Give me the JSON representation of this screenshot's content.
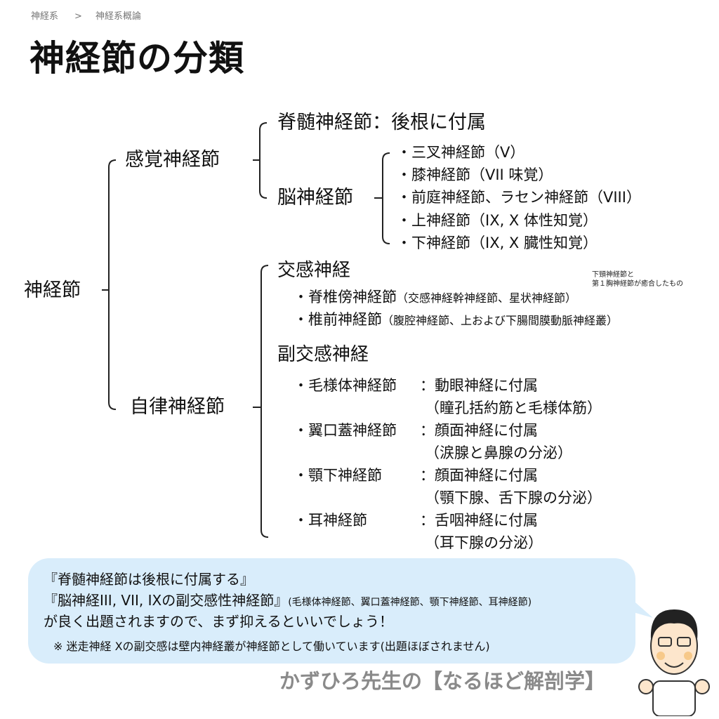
{
  "breadcrumb": {
    "parent": "神経系",
    "separator": ">",
    "current": "神経系概論"
  },
  "title": "神経節の分類",
  "root": "神経節",
  "sensory": {
    "label": "感覚神経節",
    "spinal": "脊髄神経節：後根に付属",
    "cranial": {
      "label": "脳神経節",
      "items": [
        "・三叉神経節（V）",
        "・膝神経節（VII 味覚）",
        "・前庭神経節、ラセン神経節（VIII）",
        "・上神経節（IX, X 体性知覚）",
        "・下神経節（IX, X 臓性知覚）"
      ]
    }
  },
  "autonomic": {
    "label": "自律神経節",
    "sympathetic": {
      "label": "交感神経",
      "note": [
        "下頸神経節と",
        "第１胸神経節が癒合したもの"
      ],
      "items": [
        {
          "name": "・脊椎傍神経節",
          "detail": "（交感神経幹神経節、星状神経節）"
        },
        {
          "name": "・椎前神経節",
          "detail": "（腹腔神経節、上および下腸間膜動脈神経叢）"
        }
      ]
    },
    "parasympathetic": {
      "label": "副交感神経",
      "items": [
        {
          "name": "・毛様体神経節",
          "colon": "：",
          "nerve": "動眼神経に付属",
          "target": "（瞳孔括約筋と毛様体筋）"
        },
        {
          "name": "・翼口蓋神経節",
          "colon": "：",
          "nerve": "顔面神経に付属",
          "target": "（涙腺と鼻腺の分泌）"
        },
        {
          "name": "・顎下神経節",
          "colon": "：",
          "nerve": "顔面神経に付属",
          "target": "（顎下腺、舌下腺の分泌）"
        },
        {
          "name": "・耳神経節",
          "colon": "：",
          "nerve": "舌咽神経に付属",
          "target": "（耳下腺の分泌）"
        }
      ]
    }
  },
  "callout": {
    "line1": "『脊髄神経節は後根に付属する』",
    "line2": "『脳神経III, VII, IXの副交感性神経節』",
    "line2_small": "(毛様体神経節、翼口蓋神経節、顎下神経節、耳神経節)",
    "line3": "が良く出題されますので、まず抑えるといいでしょう！",
    "note": "※ 迷走神経 Xの副交感は壁内神経叢が神経節として働いています(出題ほぼされません)"
  },
  "footer": "かずひろ先生の【なるほど解剖学】",
  "colors": {
    "callout_bg": "#d9edfb",
    "footer": "#8a8a8a"
  }
}
